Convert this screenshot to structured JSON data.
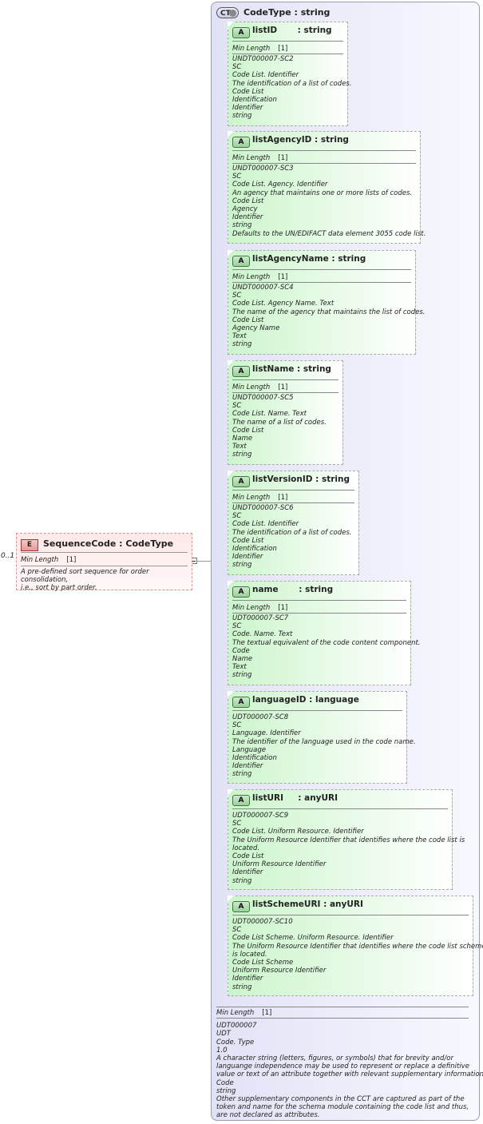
{
  "element": {
    "badge": "E",
    "name": "SequenceCode",
    "type_sep": ":",
    "type": "CodeType",
    "occurrence": "0..1",
    "min_length_label": "Min Length",
    "min_length_value": "[1]",
    "documentation": [
      "A pre-defined sort sequence for order consolidation,",
      "i.e., sort by part order."
    ]
  },
  "complex_type": {
    "badge": "CT",
    "title": "CodeType : string",
    "footer": {
      "min_length_label": "Min Length",
      "min_length_value": "[1]",
      "lines": [
        "UDT000007",
        "UDT",
        "Code. Type",
        "1.0",
        "A character string (letters, figures, or symbols) that for brevity and/or",
        "languange independence may be used to represent or replace a definitive",
        "value or text of an attribute together with relevant supplementary information.",
        "Code",
        "string",
        "Other supplementary components in the CCT are captured as part of the",
        "token and name for the schema module containing the code list and thus,",
        "are not declared as attributes."
      ]
    }
  },
  "attributes": [
    {
      "badge": "A",
      "heading": "listID       : string",
      "min_length_label": "Min Length",
      "min_length_value": "[1]",
      "lines": [
        "UNDT000007-SC2",
        "SC",
        "Code List. Identifier",
        "The identification of a list of codes.",
        "Code List",
        "Identification",
        "Identifier",
        "string"
      ]
    },
    {
      "badge": "A",
      "heading": "listAgencyID : string",
      "min_length_label": "Min Length",
      "min_length_value": "[1]",
      "lines": [
        "UNDT000007-SC3",
        "SC",
        "Code List. Agency. Identifier",
        "An agency that maintains one or more lists of codes.",
        "Code List",
        "Agency",
        "Identifier",
        "string",
        "Defaults to the UN/EDIFACT data element 3055 code list."
      ]
    },
    {
      "badge": "A",
      "heading": "listAgencyName : string",
      "min_length_label": "Min Length",
      "min_length_value": "[1]",
      "lines": [
        "UNDT000007-SC4",
        "SC",
        "Code List. Agency Name. Text",
        "The name of the agency that maintains the list of codes.",
        "Code List",
        "Agency Name",
        "Text",
        "string"
      ]
    },
    {
      "badge": "A",
      "heading": "listName : string",
      "min_length_label": "Min Length",
      "min_length_value": "[1]",
      "lines": [
        "UNDT000007-SC5",
        "SC",
        "Code List. Name. Text",
        "The name of a list of codes.",
        "Code List",
        "Name",
        "Text",
        "string"
      ]
    },
    {
      "badge": "A",
      "heading": "listVersionID : string",
      "min_length_label": "Min Length",
      "min_length_value": "[1]",
      "lines": [
        "UNDT000007-SC6",
        "SC",
        "Code List. Identifier",
        "The identification of a list of codes.",
        "Code List",
        "Identification",
        "Identifier",
        "string"
      ]
    },
    {
      "badge": "A",
      "heading": "name       : string",
      "min_length_label": "Min Length",
      "min_length_value": "[1]",
      "lines": [
        "UDT000007-SC7",
        "SC",
        "Code. Name. Text",
        "The textual equivalent of the code content component.",
        "Code",
        "Name",
        "Text",
        "string"
      ]
    },
    {
      "badge": "A",
      "heading": "languageID : language",
      "min_length_label": "",
      "min_length_value": "",
      "lines": [
        "UDT000007-SC8",
        "SC",
        "Language. Identifier",
        "The identifier of the language used in the code name.",
        "Language",
        "Identification",
        "Identifier",
        "string"
      ]
    },
    {
      "badge": "A",
      "heading": "listURI     : anyURI",
      "min_length_label": "",
      "min_length_value": "",
      "lines": [
        "UDT000007-SC9",
        "SC",
        "Code List. Uniform Resource. Identifier",
        "The Uniform Resource Identifier that identifies where the code list is",
        "located.",
        "Code List",
        "Uniform Resource Identifier",
        "Identifier",
        "string"
      ]
    },
    {
      "badge": "A",
      "heading": "listSchemeURI : anyURI",
      "min_length_label": "",
      "min_length_value": "",
      "lines": [
        "UDT000007-SC10",
        "SC",
        "Code List Scheme. Uniform Resource. Identifier",
        "The Uniform Resource Identifier that identifies where the code list scheme",
        "is located.",
        "Code List Scheme",
        "Uniform Resource Identifier",
        "Identifier",
        "string"
      ]
    }
  ]
}
